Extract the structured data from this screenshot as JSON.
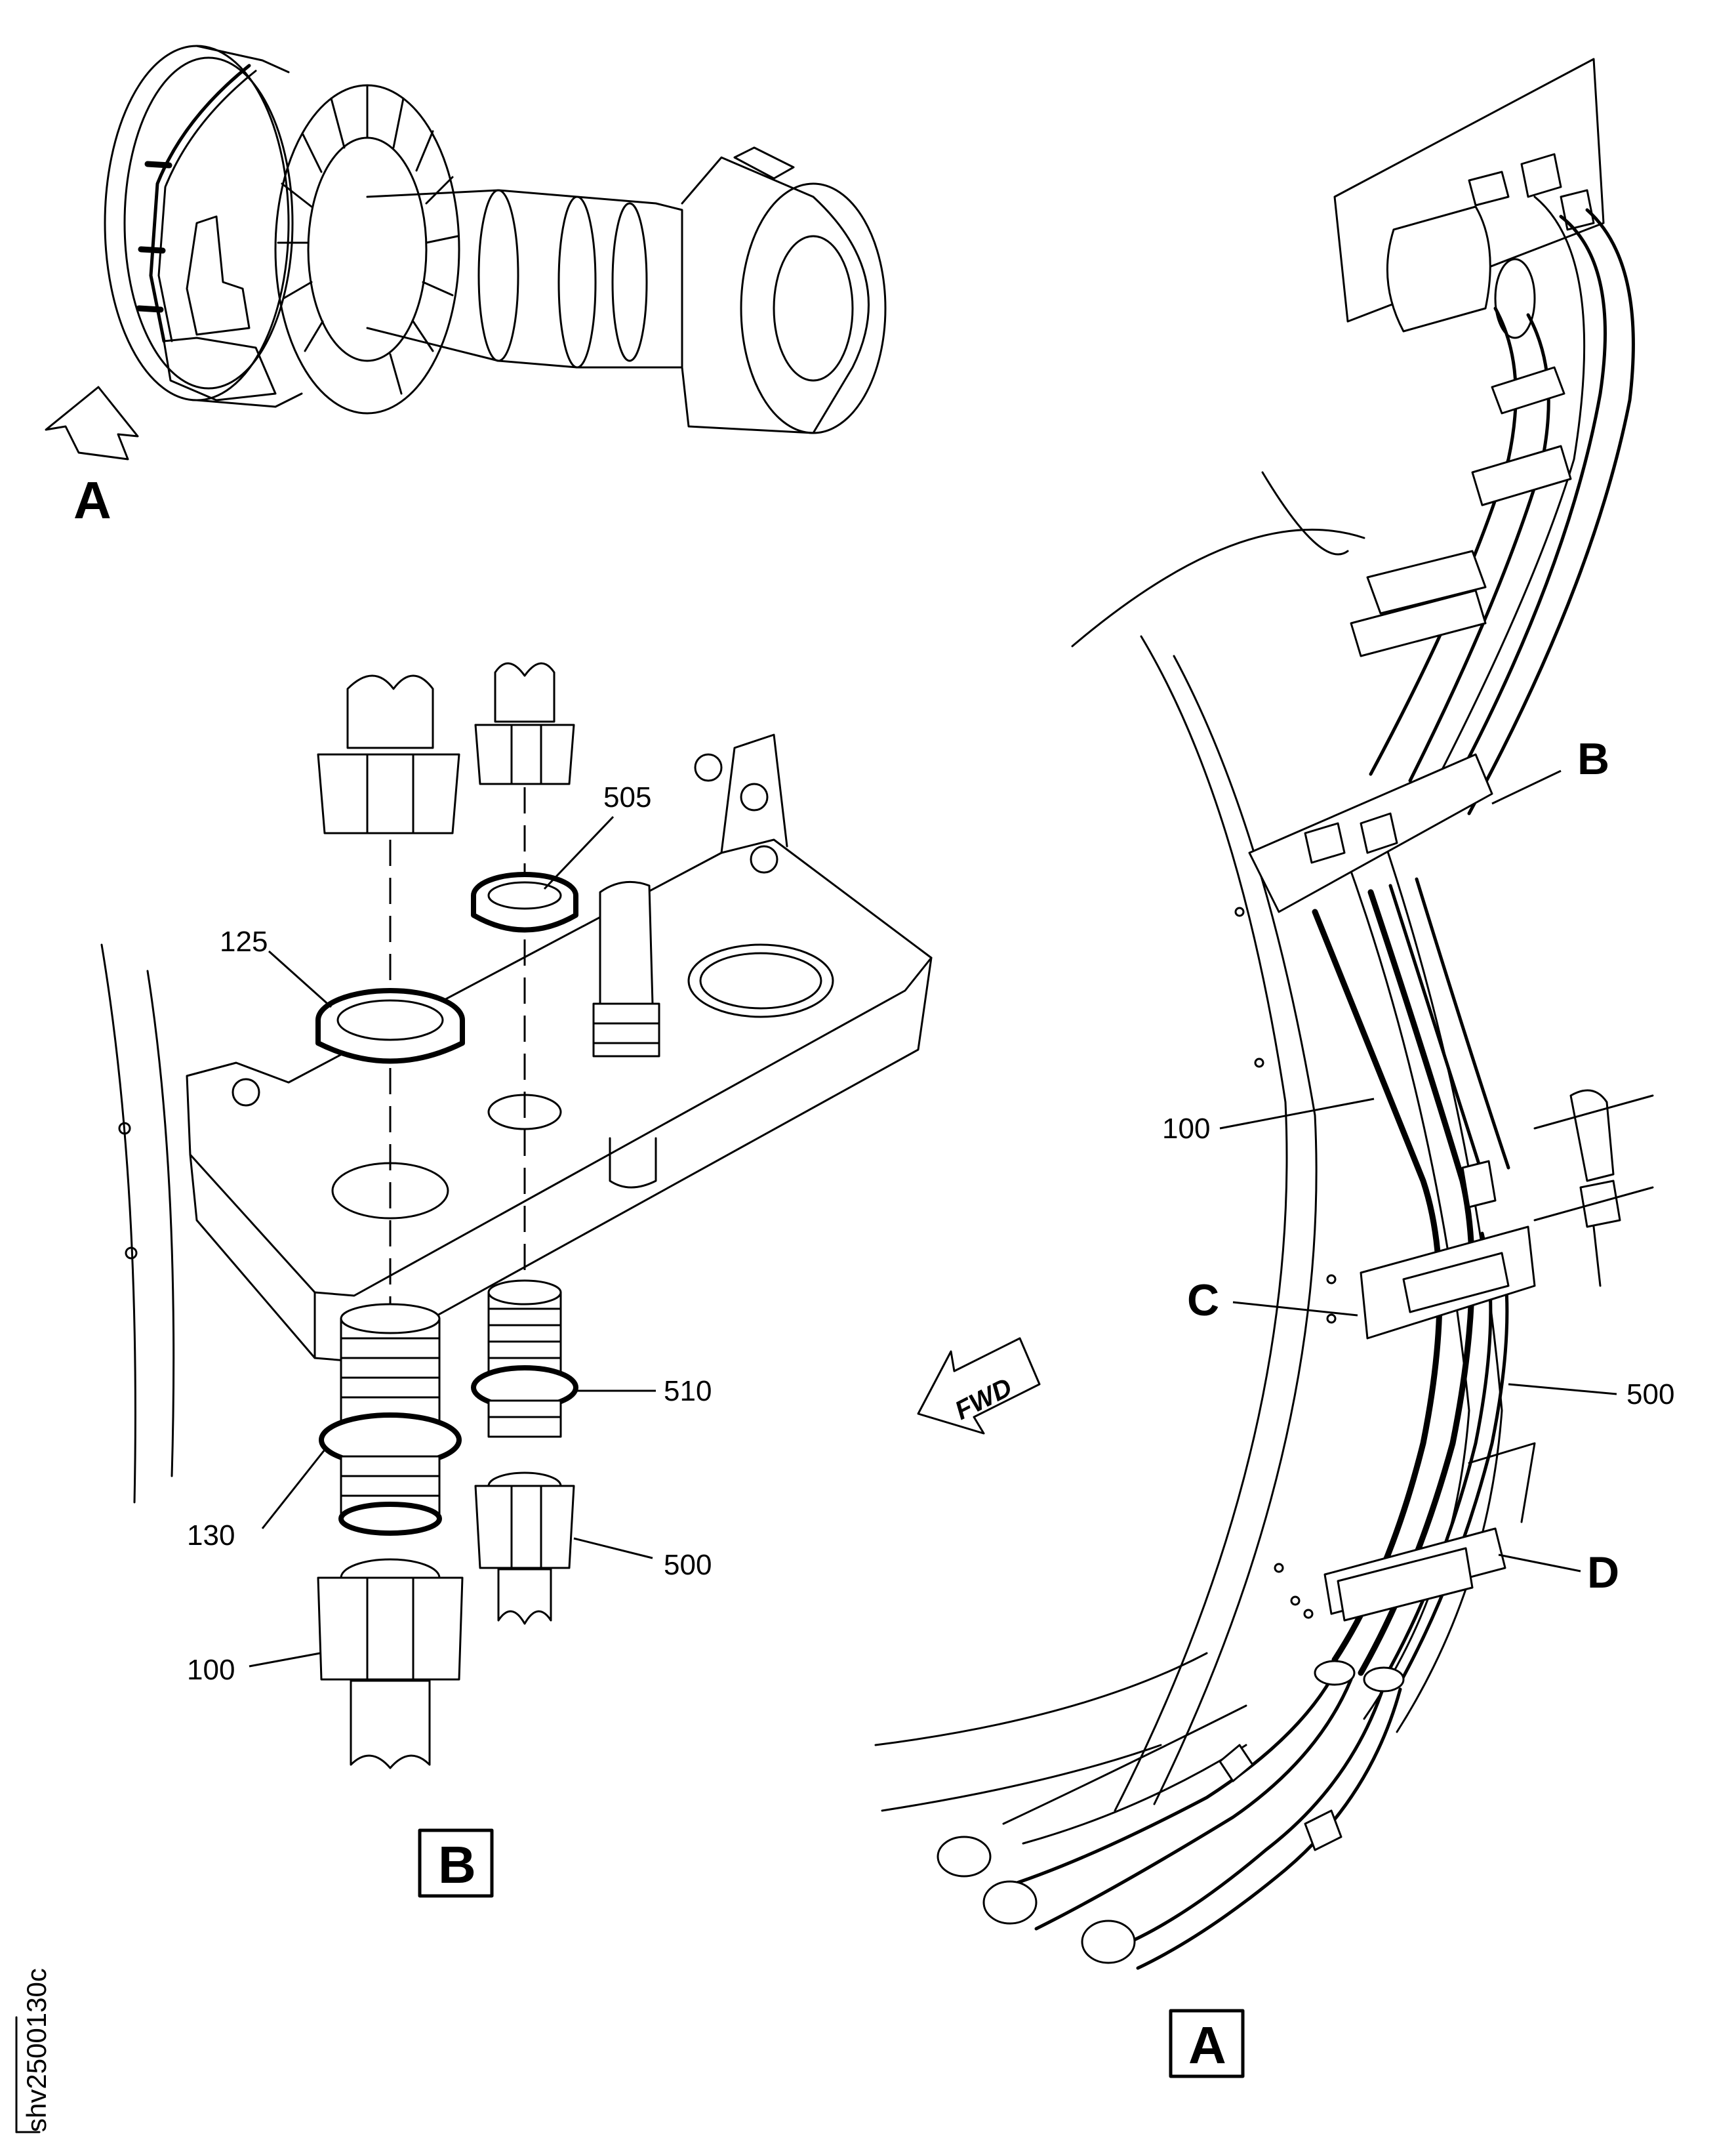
{
  "views": {
    "engine_view_arrow": "A",
    "detail_b_title": "B",
    "detail_a_title": "A"
  },
  "detail_b_callouts": {
    "c505": "505",
    "c125": "125",
    "c510": "510",
    "c130": "130",
    "c500": "500",
    "c100": "100"
  },
  "detail_a_callouts": {
    "c100": "100",
    "c500": "500",
    "clamp_b": "B",
    "clamp_c": "C",
    "clamp_d": "D"
  },
  "direction_label": "FWD",
  "figure_id": "shv2500130c"
}
